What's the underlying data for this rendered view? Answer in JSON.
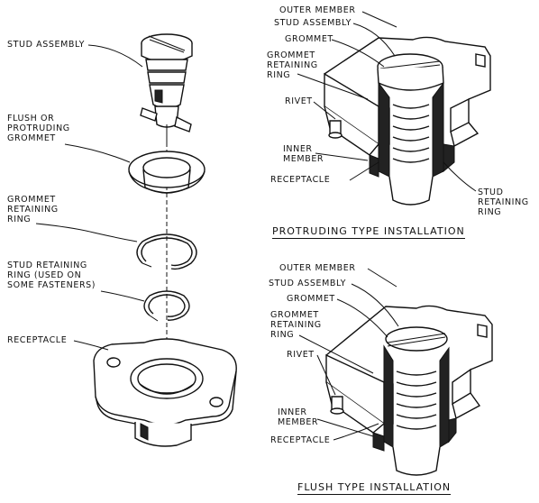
{
  "exploded_view": {
    "stud_assembly": "STUD ASSEMBLY",
    "flush_grommet": "FLUSH OR\nPROTRUDING\nGROMMET",
    "grommet_ring": "GROMMET\nRETAINING\nRING",
    "stud_ring": "STUD RETAINING\nRING (USED ON\nSOME FASTENERS)",
    "receptacle": "RECEPTACLE"
  },
  "protruding": {
    "outer_member": "OUTER MEMBER",
    "stud_assembly": "STUD ASSEMBLY",
    "grommet": "GROMMET",
    "grommet_ring": "GROMMET\nRETAINING\nRING",
    "rivet": "RIVET",
    "inner_member": "INNER\nMEMBER",
    "receptacle": "RECEPTACLE",
    "stud_ring": "STUD\nRETAINING\nRING",
    "caption": "PROTRUDING TYPE INSTALLATION"
  },
  "flush": {
    "outer_member": "OUTER MEMBER",
    "stud_assembly": "STUD ASSEMBLY",
    "grommet": "GROMMET",
    "grommet_ring": "GROMMET\nRETAINING\nRING",
    "rivet": "RIVET",
    "inner_member": "INNER\nMEMBER",
    "receptacle": "RECEPTACLE",
    "caption": "FLUSH TYPE INSTALLATION"
  }
}
